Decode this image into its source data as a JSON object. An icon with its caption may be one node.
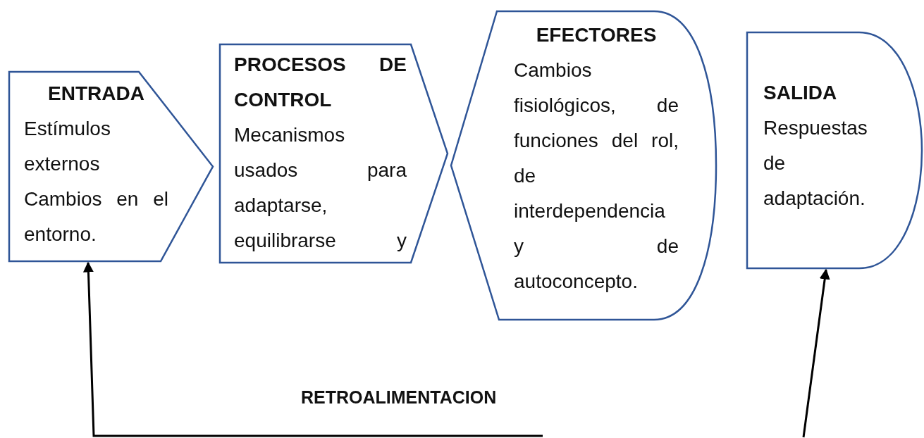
{
  "diagram": {
    "nodes": [
      {
        "text": [
          "ENTRADA",
          "Estímulos externos Cambios en el entorno."
        ]
      },
      {
        "text": [
          "PROCESOS DE CONTROL",
          "Mecanismos usados para adaptarse, equilibrarse y"
        ]
      },
      {
        "text": [
          "EFECTORES",
          "Cambios fisiológicos, de funciones del rol, de interdependencia y de autoconcepto."
        ]
      },
      {
        "text": [
          "SALIDA",
          "Respuestas de adaptación."
        ]
      }
    ],
    "edges": [
      {
        "from": null,
        "to": 0,
        "arrow": "to"
      },
      {
        "from": null,
        "to": 3,
        "arrow": "to"
      }
    ],
    "labels": [
      "RETROALIMENTACION"
    ]
  }
}
